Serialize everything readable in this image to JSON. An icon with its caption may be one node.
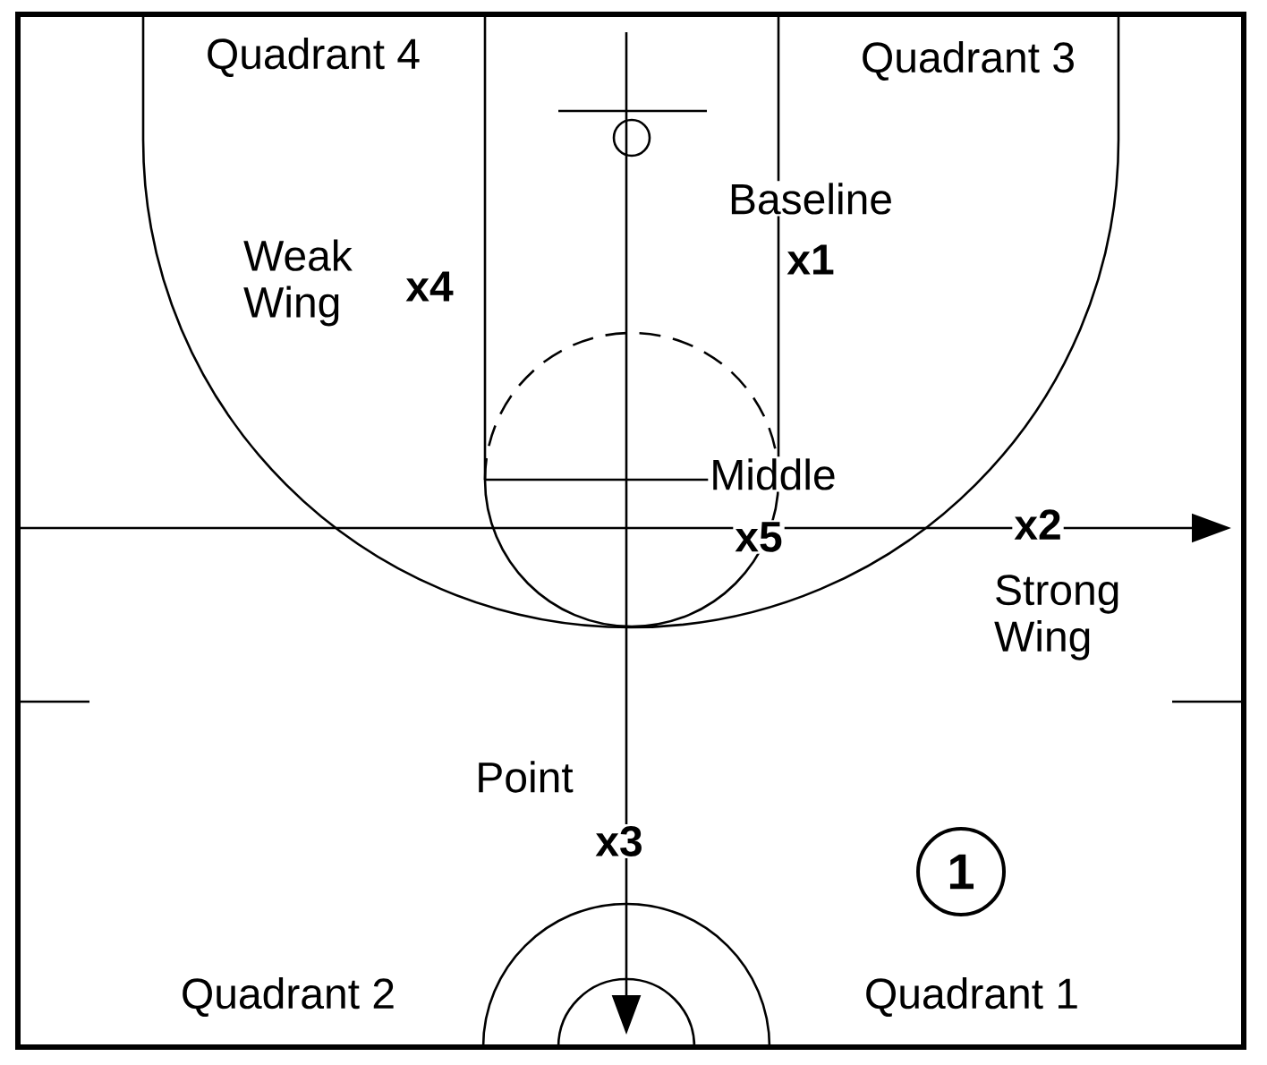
{
  "diagram": {
    "nodes": [
      {
        "text": [
          "1"
        ]
      }
    ],
    "edges": [],
    "labels": [
      "Quadrant 4",
      "Quadrant 3",
      "Baseline",
      "x1",
      "Weak Wing",
      "x4",
      "Middle",
      "x5",
      "x2",
      "Strong Wing",
      "Point",
      "x3",
      "Quadrant 2",
      "Quadrant 1"
    ]
  }
}
